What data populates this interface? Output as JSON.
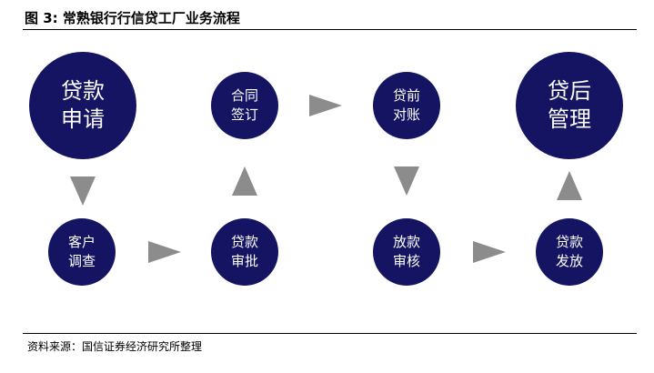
{
  "figure": {
    "title": "图 3:  常熟银行行信贷工厂业务流程",
    "source": "资料来源：国信证券经济研究所整理"
  },
  "nodes": {
    "loan_application": [
      "贷款",
      "申请"
    ],
    "customer_survey": [
      "客户",
      "调查"
    ],
    "loan_approval": [
      "贷款",
      "审批"
    ],
    "contract_signing": [
      "合同",
      "签订"
    ],
    "pre_loan_reconciliation": [
      "贷前",
      "对账"
    ],
    "disbursement_review": [
      "放款",
      "审核"
    ],
    "loan_disbursement": [
      "贷款",
      "发放"
    ],
    "post_loan_management": [
      "贷后",
      "管理"
    ]
  },
  "colors": {
    "node_fill": "#141463",
    "node_text": "#ffffff",
    "arrow": "#8c8c8c"
  }
}
